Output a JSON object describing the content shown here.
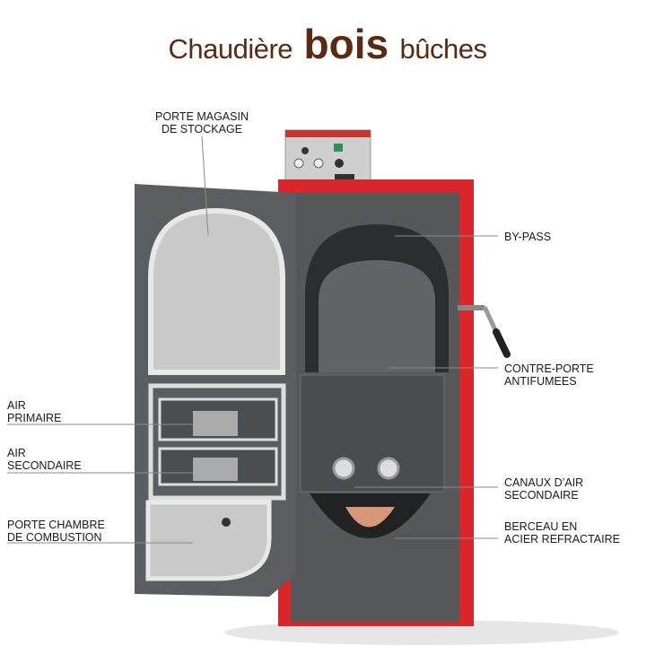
{
  "title": {
    "part1": "Chaudière",
    "part2": "bois",
    "part3": "bûches"
  },
  "labels": {
    "porte_magasin": {
      "line1": "PORTE MAGASIN",
      "line2": "DE STOCKAGE"
    },
    "air_primaire": {
      "line1": "AIR",
      "line2": "PRIMAIRE"
    },
    "air_secondaire": {
      "line1": "AIR",
      "line2": "SECONDAIRE"
    },
    "porte_chambre": {
      "line1": "PORTE CHAMBRE",
      "line2": "DE COMBUSTION"
    },
    "by_pass": {
      "line1": "BY-PASS"
    },
    "contre_porte": {
      "line1": "CONTRE-PORTE",
      "line2": "ANTIFUMEES"
    },
    "canaux": {
      "line1": "CANAUX D’AIR",
      "line2": "SECONDAIRE"
    },
    "berceau": {
      "line1": "BERCEAU EN",
      "line2": "ACIER REFRACTAIRE"
    }
  },
  "colors": {
    "title": "#5b2a12",
    "body_red": "#d8262b",
    "inner_gray": "#55575a",
    "panel_light": "#c9c9c9"
  }
}
